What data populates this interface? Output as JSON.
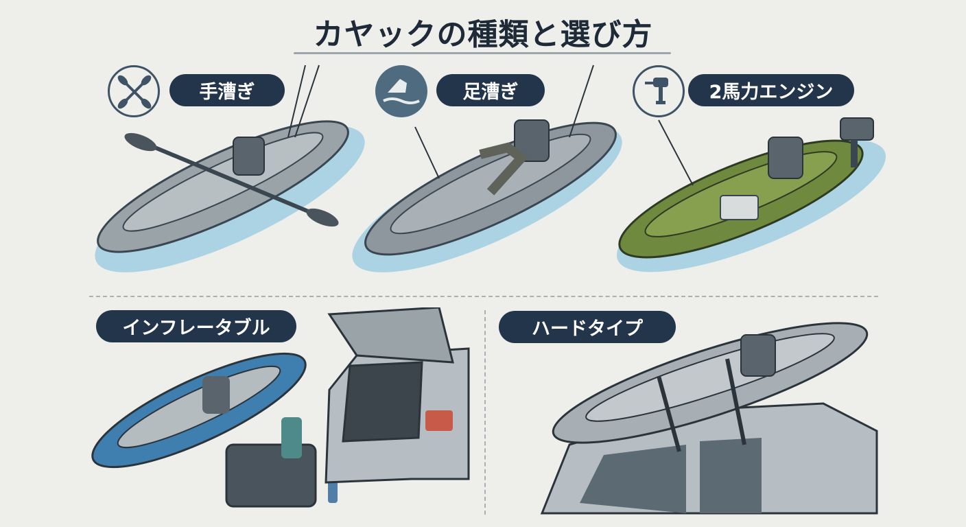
{
  "title": "カヤックの種類と選び方",
  "propulsion": [
    {
      "label": "手漕ぎ",
      "icon": "crossed-paddles-icon"
    },
    {
      "label": "足漕ぎ",
      "icon": "foot-pedal-icon"
    },
    {
      "label": "2馬力エンジン",
      "icon": "outboard-motor-icon"
    }
  ],
  "types": [
    {
      "label": "インフレータブル"
    },
    {
      "label": "ハードタイプ"
    }
  ],
  "colors": {
    "pill": "#23354a",
    "water": "#8fc7e0",
    "hull_gray": "#9aa3a8",
    "hull_green": "#6f8a3e",
    "inflatable_blue": "#3f7fb0",
    "inflatable_green": "#9cc24a"
  }
}
